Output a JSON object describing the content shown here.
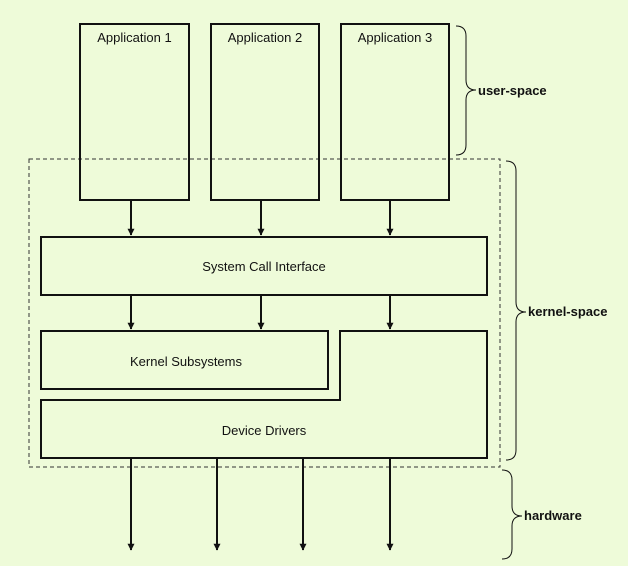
{
  "colors": {
    "background": "#eefbd9",
    "stroke": "#111111"
  },
  "applications": [
    "Application 1",
    "Application 2",
    "Application 3"
  ],
  "kernel": {
    "syscall_interface": "System Call Interface",
    "subsystems": "Kernel Subsystems",
    "device_drivers": "Device Drivers"
  },
  "regions": {
    "user_space": "user-space",
    "kernel_space": "kernel-space",
    "hardware": "hardware"
  }
}
